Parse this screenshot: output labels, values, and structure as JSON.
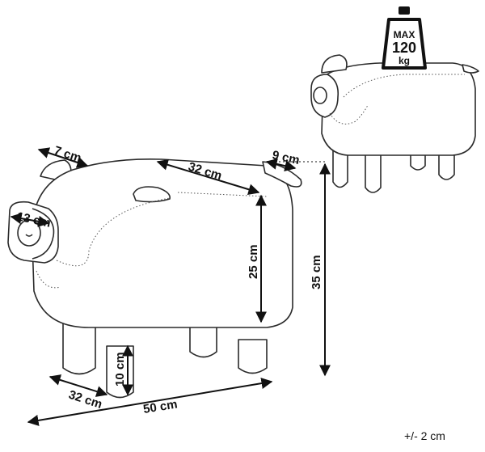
{
  "weight_badge": {
    "max_label": "MAX",
    "value": "120",
    "unit": "kg"
  },
  "dimensions": {
    "ear_width": "7 cm",
    "top_length": "32 cm",
    "tail": "9 cm",
    "snout": "13 cm",
    "body_height": "25 cm",
    "total_height": "35 cm",
    "leg_height": "10 cm",
    "depth": "32 cm",
    "total_length": "50 cm"
  },
  "tolerance": "+/- 2 cm"
}
